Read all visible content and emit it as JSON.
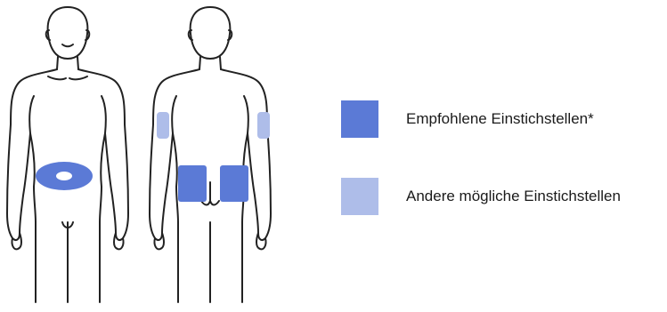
{
  "legend": {
    "recommended": {
      "label": "Empfohlene Einstichstellen*",
      "color": "#5b7ad6"
    },
    "other": {
      "label": "Andere mögliche Einstichstellen",
      "color": "#aebde9"
    }
  },
  "figures": [
    {
      "view": "front",
      "sites": [
        "abdomen"
      ]
    },
    {
      "view": "back",
      "sites": [
        "left-upper-arm",
        "right-upper-arm",
        "left-buttock",
        "right-buttock"
      ]
    }
  ]
}
